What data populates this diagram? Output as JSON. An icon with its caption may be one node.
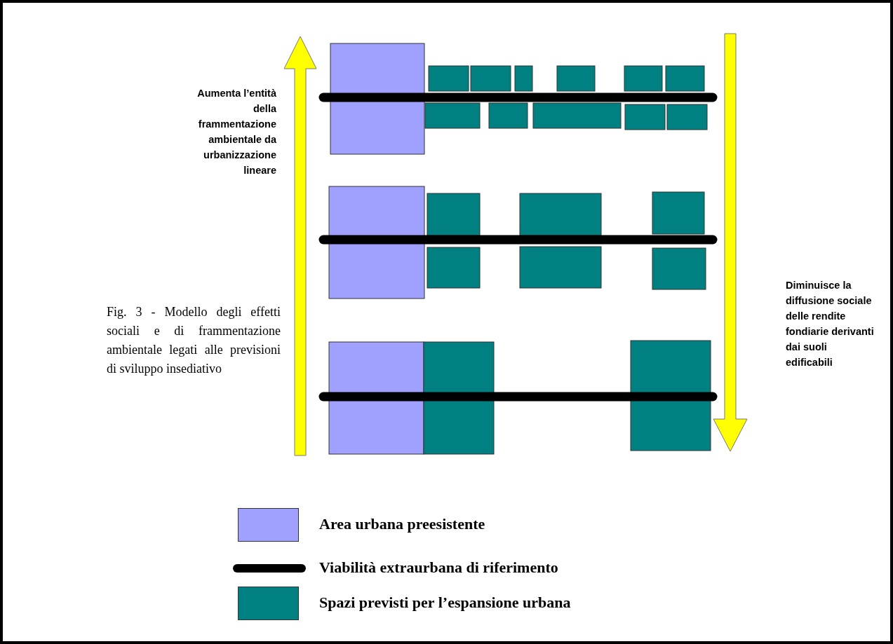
{
  "diagram": {
    "caption": "Fig. 3 - Modello degli effetti sociali e di frammentazione ambientale legati alle previsioni di sviluppo insediativo",
    "labels": [
      "Aumenta l’entità della frammentazione ambientale da urbanizzazione lineare",
      "Diminuisce la diffusione sociale delle rendite fondiarie derivanti dai suoli edificabili"
    ],
    "legend": [
      {
        "text": "Area urbana preesistente",
        "color": "#a0a0ff"
      },
      {
        "text": "Viabilità extraurbana di riferimento"
      },
      {
        "text": "Spazi previsti per l’espansione urbana",
        "color": "#008080"
      }
    ]
  }
}
